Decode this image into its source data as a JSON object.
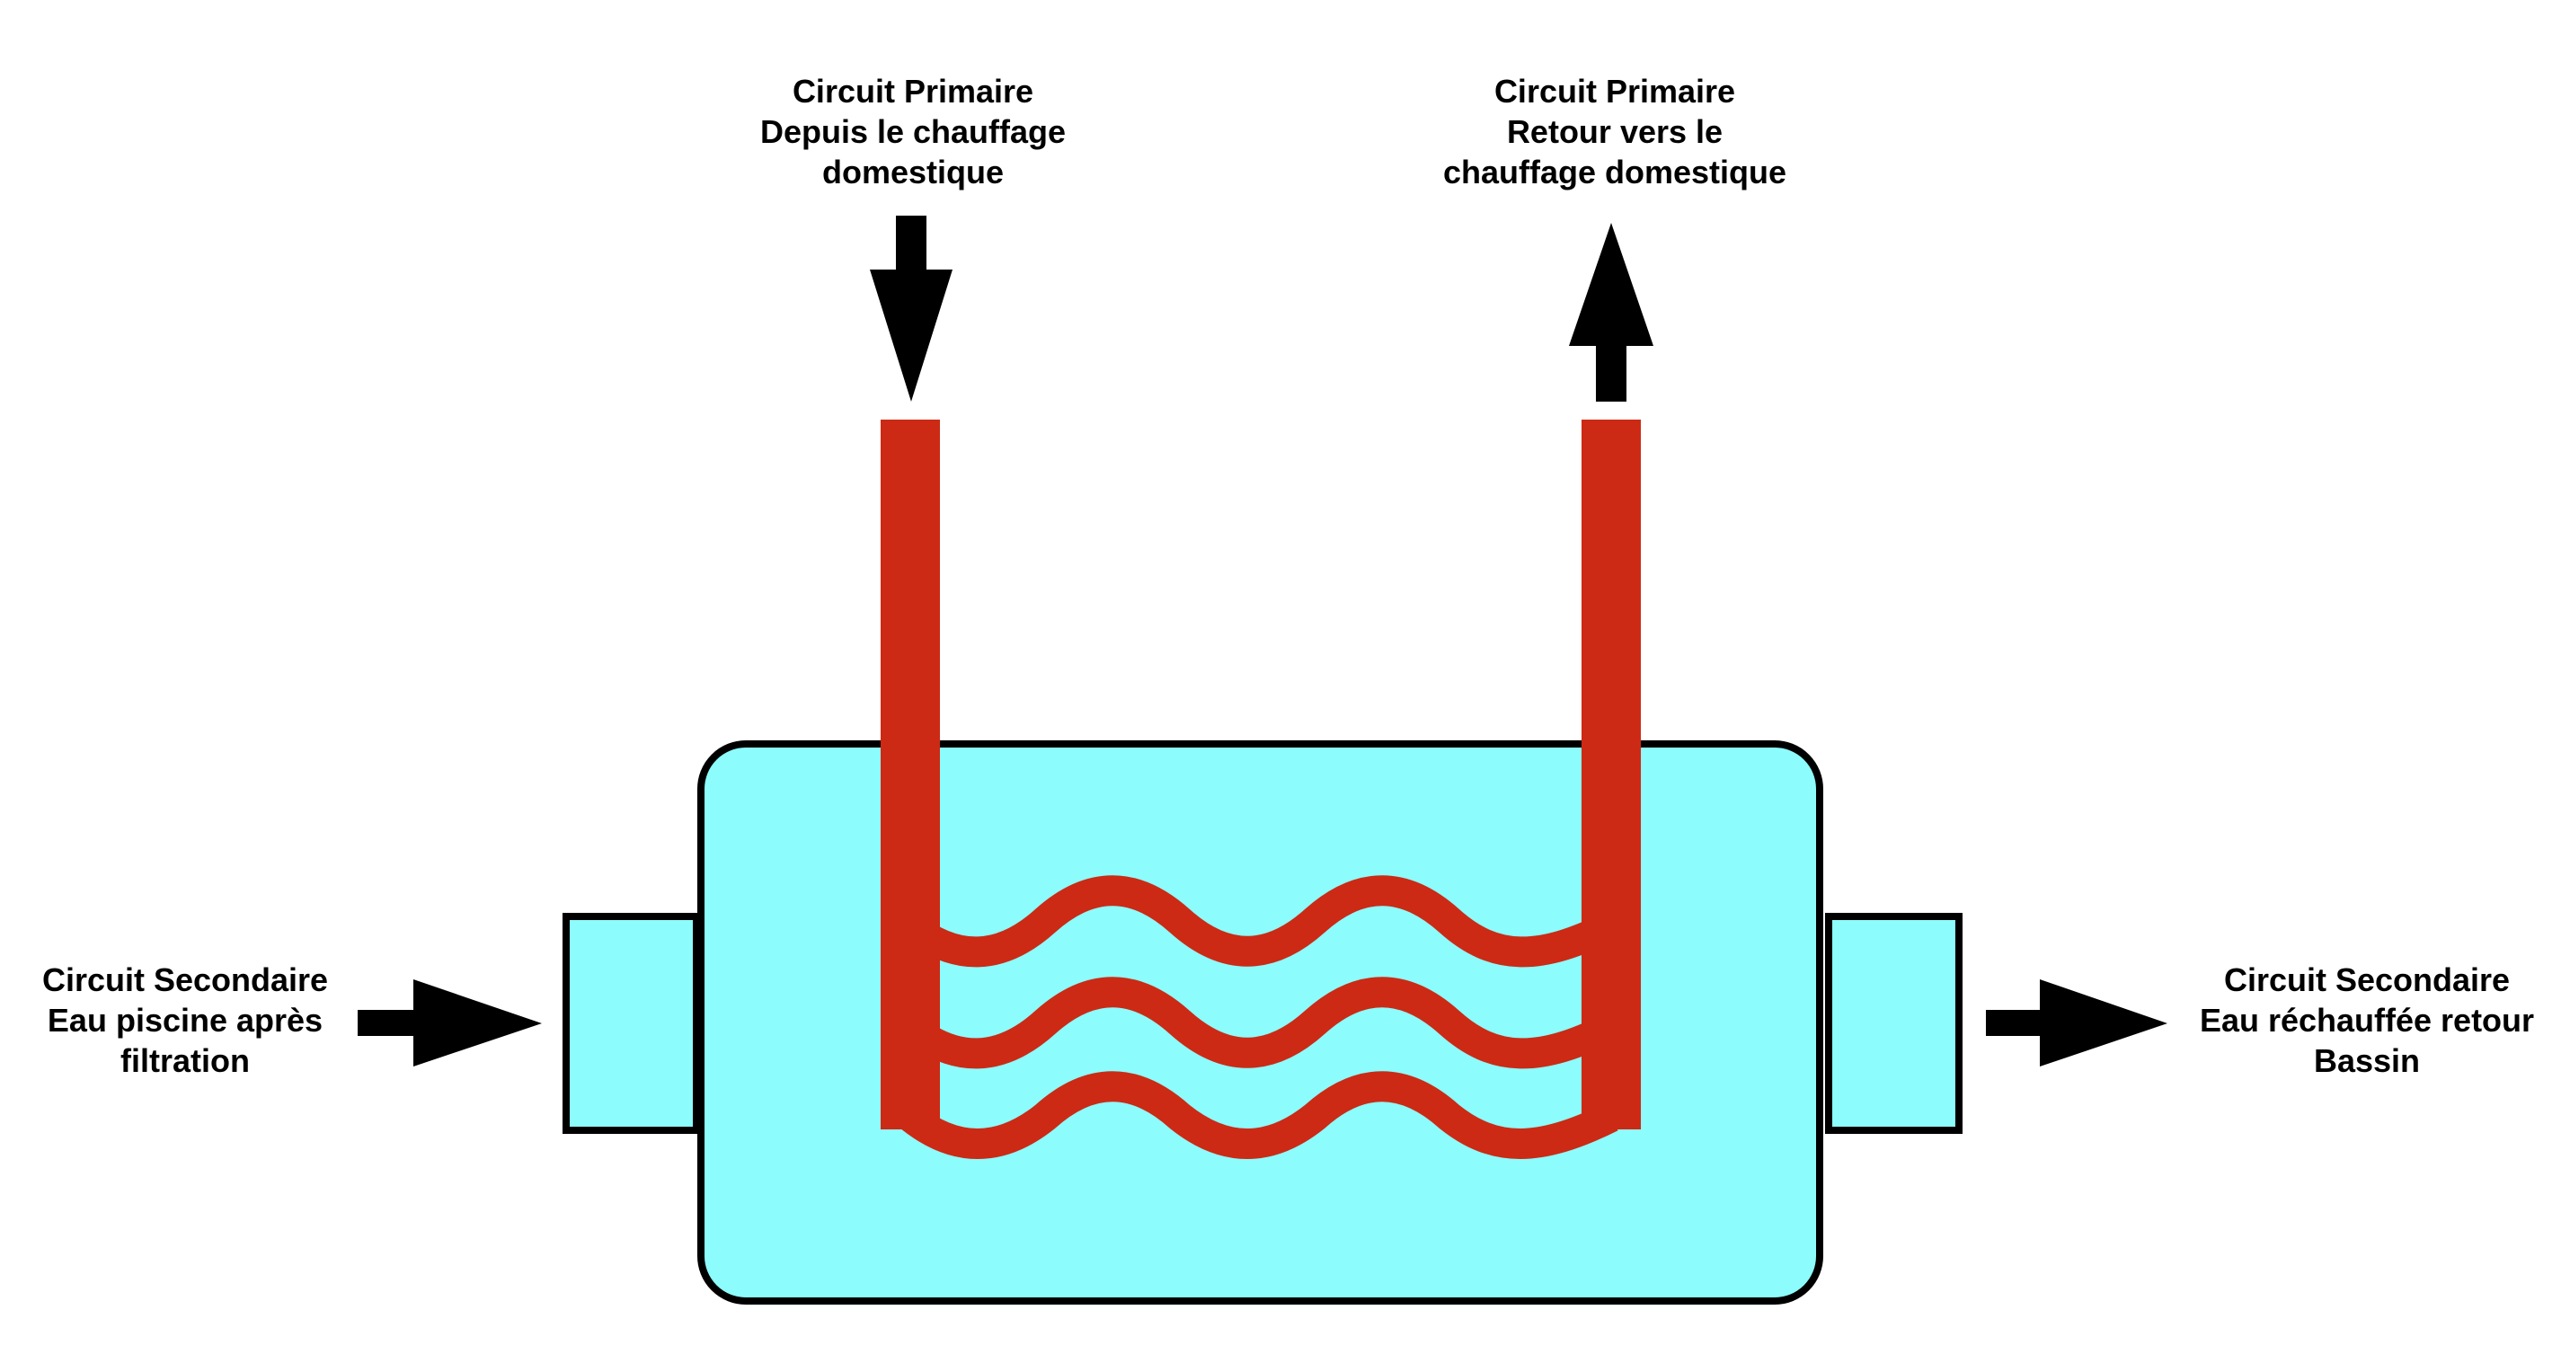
{
  "colors": {
    "background": "#ffffff",
    "tank_fill": "#8cfcfc",
    "outline": "#000000",
    "coil": "#cc2a15",
    "arrow": "#000000"
  },
  "labels": {
    "primary_in": {
      "line1": "Circuit Primaire",
      "line2": "Depuis le chauffage",
      "line3": "domestique"
    },
    "primary_out": {
      "line1": "Circuit Primaire",
      "line2": "Retour vers le",
      "line3": "chauffage domestique"
    },
    "secondary_in": {
      "line1": "Circuit Secondaire",
      "line2": "Eau piscine après",
      "line3": "filtration"
    },
    "secondary_out": {
      "line1": "Circuit Secondaire",
      "line2": "Eau réchauffée retour",
      "line3": "Bassin"
    }
  }
}
